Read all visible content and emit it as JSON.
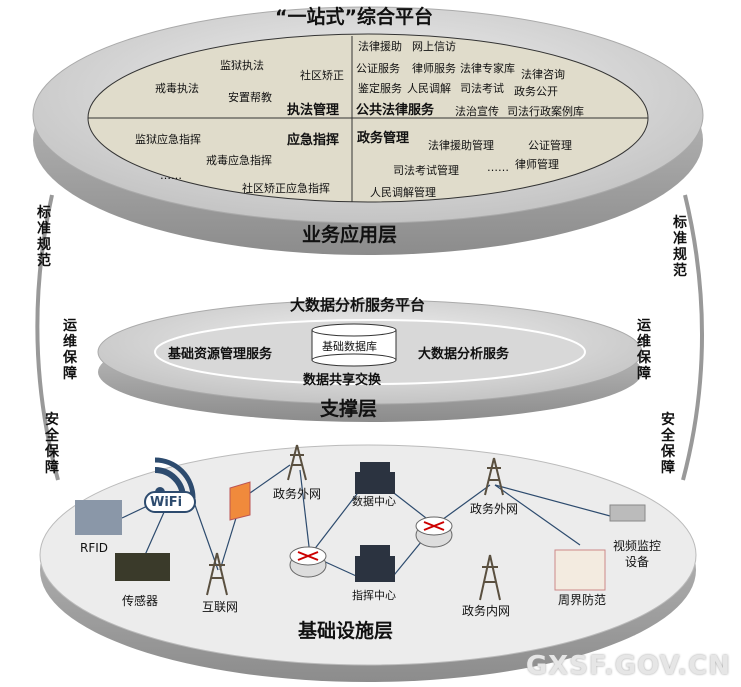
{
  "business_layer": {
    "title": "“一站式”综合平台",
    "layer_label": "业务应用层",
    "law_enforcement": {
      "heading": "执法管理",
      "items": [
        "监狱执法",
        "戒毒执法",
        "安置帮教",
        "社区矫正"
      ]
    },
    "public_legal_service": {
      "heading": "公共法律服务",
      "items": [
        "法律援助",
        "网上信访",
        "公证服务",
        "律师服务",
        "法律专家库",
        "法律咨询",
        "鉴定服务",
        "人民调解",
        "司法考试",
        "政务公开",
        "法治宣传",
        "司法行政案例库"
      ]
    },
    "emergency_command": {
      "heading": "应急指挥",
      "items": [
        "监狱应急指挥",
        "戒毒应急指挥",
        "……",
        "社区矫正应急指挥"
      ]
    },
    "government_affairs": {
      "heading": "政务管理",
      "items": [
        "法律援助管理",
        "公证管理",
        "司法考试管理",
        "……",
        "律师管理",
        "人民调解管理"
      ]
    }
  },
  "support_layer": {
    "title": "大数据分析服务平台",
    "layer_label": "支撑层",
    "left": "基础资源管理服务",
    "center": "基础数据库",
    "right": "大数据分析服务",
    "bottom": "数据共享交换"
  },
  "side_labels": {
    "left": [
      "标准规范",
      "运维保障",
      "安全保障"
    ],
    "right": [
      "标准规范",
      "运维保障",
      "安全保障"
    ]
  },
  "infrastructure_layer": {
    "layer_label": "基础设施层",
    "nodes": {
      "wifi": "WiFi",
      "rfid": "RFID",
      "sensor": "传感器",
      "internet": "互联网",
      "gov_extranet_1": "政务外网",
      "data_center": "数据中心",
      "command_center": "指挥中心",
      "gov_extranet_2": "政务外网",
      "gov_intranet": "政务内网",
      "perimeter": "周界防范",
      "video": "视频监控设备"
    }
  },
  "watermark": "GXSF.GOV.CN"
}
